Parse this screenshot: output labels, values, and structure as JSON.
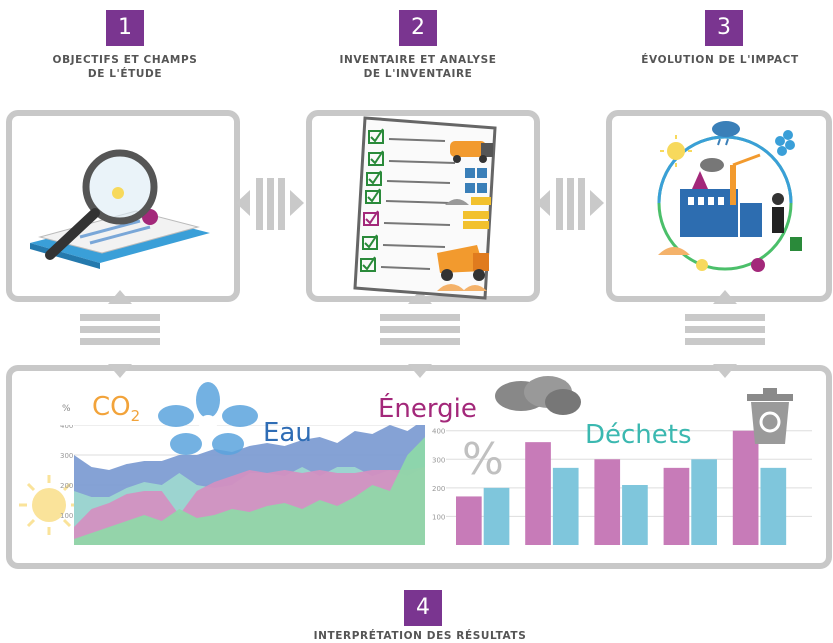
{
  "steps": [
    {
      "number": "1",
      "title": "OBJECTIFS ET CHAMPS",
      "subtitle": "DE L'ÉTUDE"
    },
    {
      "number": "2",
      "title": "INVENTAIRE ET ANALYSE",
      "subtitle": "DE L'INVENTAIRE"
    },
    {
      "number": "3",
      "title": "ÉVOLUTION DE L'IMPACT",
      "subtitle": ""
    },
    {
      "number": "4",
      "title": "INTERPRÉTATION DES RÉSULTATS",
      "subtitle": ""
    }
  ],
  "interpretation": {
    "co2": "CO",
    "co2_sub": "2",
    "eau": "Eau",
    "energie": "Énergie",
    "dechets": "Déchets",
    "percent": "%",
    "axis_unit": "%"
  },
  "colors": {
    "step_badge": "#7a3590",
    "frame": "#c8c8c8",
    "co2": "#f2a33a",
    "eau": "#2f6db5",
    "energie": "#a3287a",
    "dechets": "#3bb8b0",
    "bar_pink": "#c77bb8",
    "bar_blue": "#7fc6dc",
    "area_blue": "#7b9ad1",
    "area_pink": "#d58fc0",
    "area_green": "#8ed9a8",
    "area_teal": "#9ed8cf"
  },
  "chart_data": [
    {
      "type": "area",
      "x": [
        0,
        1,
        2,
        3,
        4,
        5,
        6,
        7,
        8,
        9,
        10,
        11,
        12,
        13,
        14,
        15,
        16,
        17,
        18,
        19,
        20
      ],
      "series": [
        {
          "values": [
            300,
            260,
            250,
            270,
            280,
            280,
            300,
            300,
            320,
            310,
            330,
            340,
            330,
            350,
            360,
            340,
            380,
            370,
            400,
            380,
            420
          ]
        },
        {
          "values": [
            180,
            160,
            160,
            190,
            210,
            200,
            240,
            200,
            190,
            200,
            240,
            240,
            230,
            260,
            230,
            260,
            260,
            230,
            250,
            230,
            260
          ]
        },
        {
          "values": [
            60,
            120,
            140,
            170,
            180,
            180,
            100,
            180,
            210,
            230,
            250,
            240,
            250,
            240,
            250,
            240,
            240,
            250,
            250,
            250,
            260
          ]
        },
        {
          "values": [
            20,
            40,
            60,
            80,
            100,
            80,
            120,
            90,
            100,
            120,
            110,
            130,
            140,
            120,
            150,
            130,
            160,
            200,
            180,
            300,
            360
          ]
        }
      ],
      "ylim": [
        0,
        400
      ],
      "yticks": [
        "400",
        "300",
        "200",
        "100"
      ],
      "ylabel": "%"
    },
    {
      "type": "bar",
      "series": [
        {
          "values": [
            170,
            360,
            300,
            270,
            400
          ]
        },
        {
          "values": [
            200,
            270,
            210,
            300,
            270
          ]
        }
      ],
      "ylim": [
        0,
        420
      ],
      "yticks": [
        "400",
        "300",
        "200",
        "100"
      ]
    }
  ],
  "icons": [
    "magnifier-icon",
    "checklist-icon",
    "concrete-mixer-icon",
    "dump-truck-icon",
    "factory-icon",
    "sun-icon",
    "rain-cloud-icon",
    "flower-icon",
    "recycle-bin-icon",
    "smoke-cloud-icon",
    "lightbulb-icon",
    "gear-icon",
    "person-icon"
  ]
}
